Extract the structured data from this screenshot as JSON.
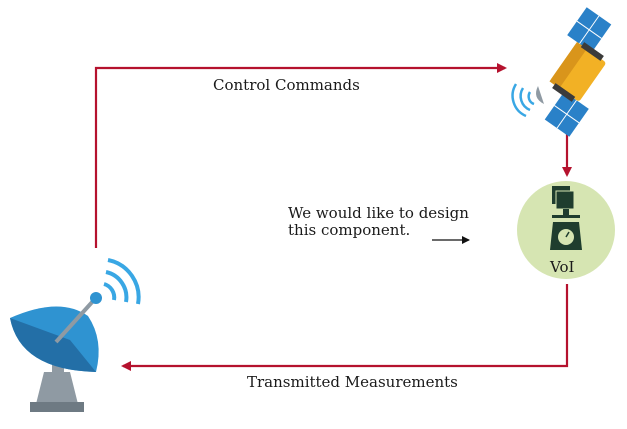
{
  "diagram": {
    "edge_top_label": "Control Commands",
    "edge_bottom_label": "Transmitted Measurements",
    "annotation_line1": "We would like to design",
    "annotation_line2": "this component.",
    "voi_label": "VoI"
  },
  "colors": {
    "edge": "#b5122e",
    "voi_circle": "#d6e5b2",
    "dish_blue": "#2f93d1",
    "dish_dark": "#236fa7",
    "satellite_gold": "#f2b125",
    "solar_panel": "#2a81c8",
    "signal_blue": "#39a7e4",
    "metal_gray": "#8f9aa3",
    "icon_dark": "#1f3d2e"
  },
  "icons": [
    "satellite-icon",
    "ground-antenna-icon",
    "voi-scale-icon"
  ]
}
